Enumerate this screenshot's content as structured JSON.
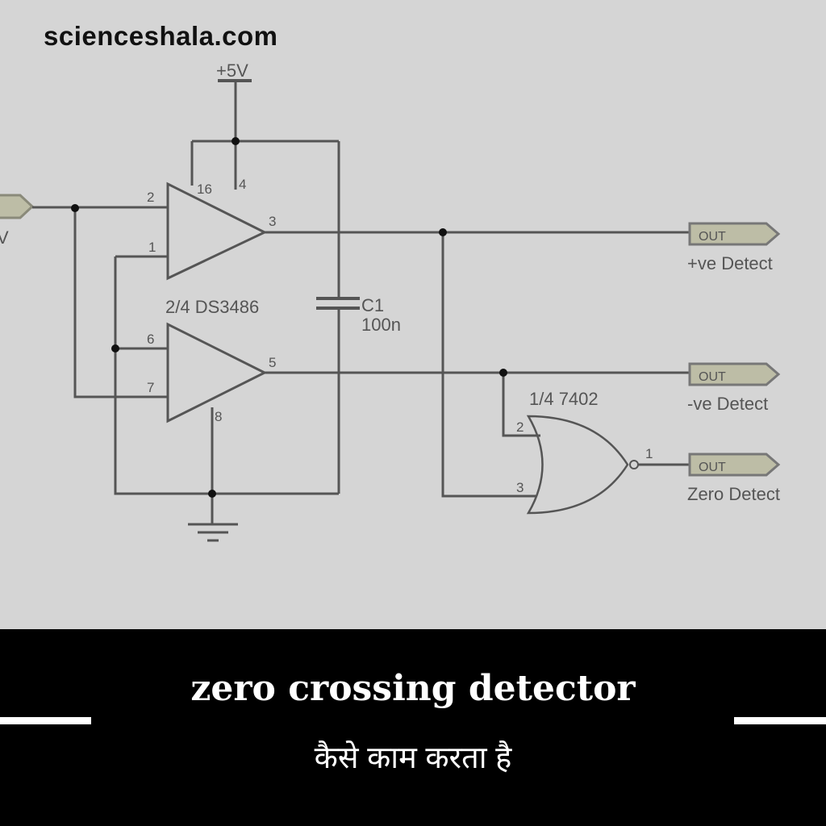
{
  "site": "scienceshala.com",
  "circuit": {
    "supply": "+5V",
    "ic1": "2/4 DS3486",
    "ic2": "1/4 7402",
    "cap_name": "C1",
    "cap_value": "100n",
    "pins": {
      "p2": "2",
      "p1": "1",
      "p16": "16",
      "p4": "4",
      "p3": "3",
      "p6": "6",
      "p7": "7",
      "p5": "5",
      "p8": "8",
      "g2": "2",
      "g3": "3",
      "g1": "1"
    },
    "outputs": [
      {
        "tag": "OUT",
        "label": "+ve Detect"
      },
      {
        "tag": "OUT",
        "label": "-ve Detect"
      },
      {
        "tag": "OUT",
        "label": "Zero Detect"
      }
    ],
    "input_label": "V"
  },
  "banner": {
    "title": "zero crossing detector",
    "subtitle": "कैसे काम करता है"
  }
}
